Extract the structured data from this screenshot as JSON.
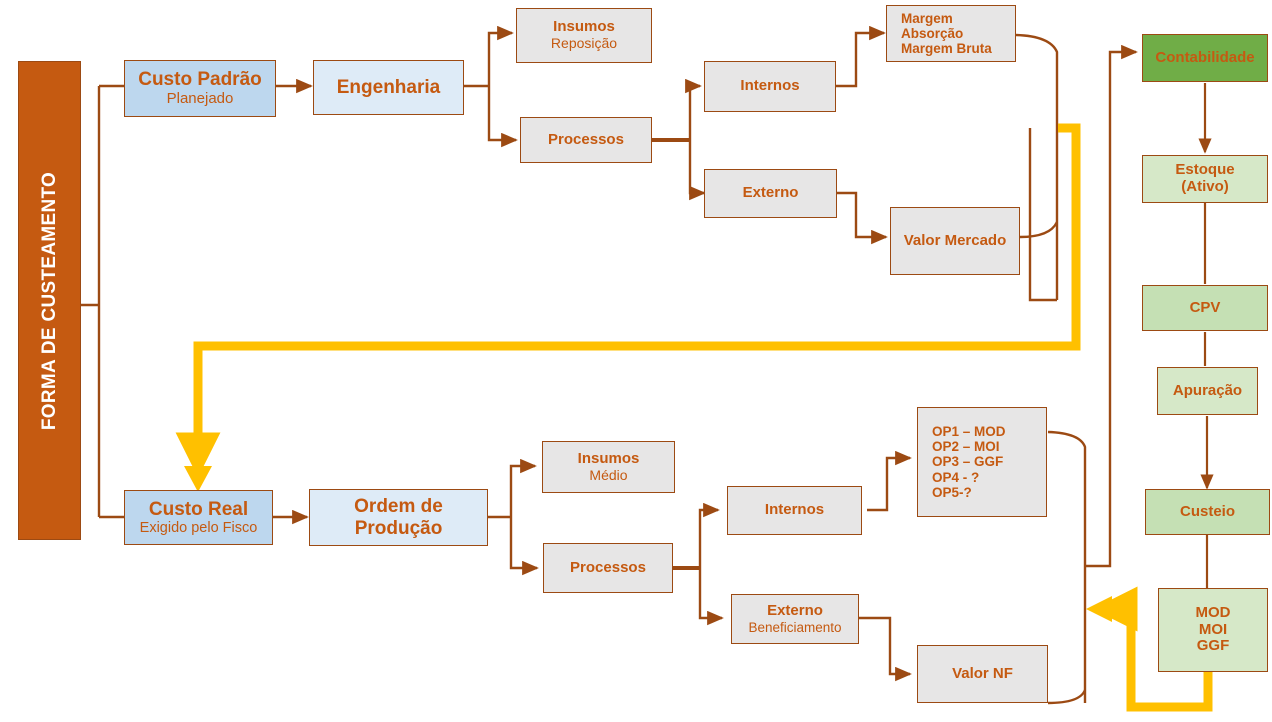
{
  "diagram": {
    "title": "Forma de Custeamento",
    "colors": {
      "accent_orange": "#c55a11",
      "border_brown": "#9c4a13",
      "blue_dark": "#bdd7ee",
      "blue_light": "#deebf7",
      "grey": "#e7e6e6",
      "green_dark": "#70ad47",
      "green_light": "#d6e8c8",
      "yellow": "#ffc000"
    }
  },
  "sidebar": {
    "label": "FORMA DE CUSTEAMENTO"
  },
  "nodes": {
    "custo_padrao": {
      "title": "Custo Padrão",
      "sub": "Planejado"
    },
    "engenharia": {
      "title": "Engenharia",
      "sub": ""
    },
    "insumos_top": {
      "title": "Insumos",
      "sub": "Reposição"
    },
    "processos_top": {
      "title": "Processos",
      "sub": ""
    },
    "internos_top": {
      "title": "Internos",
      "sub": ""
    },
    "externo_top": {
      "title": "Externo",
      "sub": ""
    },
    "margem": {
      "line1": "Margem",
      "line2": "Absorção",
      "line3": "Margem Bruta"
    },
    "valor_mercado": {
      "title": "Valor Mercado",
      "sub": ""
    },
    "custo_real": {
      "title": "Custo Real",
      "sub": "Exigido pelo Fisco"
    },
    "ordem_producao": {
      "title": "Ordem de",
      "title2": "Produção"
    },
    "insumos_bot": {
      "title": "Insumos",
      "sub": "Médio"
    },
    "processos_bot": {
      "title": "Processos",
      "sub": ""
    },
    "internos_bot": {
      "title": "Internos",
      "sub": ""
    },
    "externo_bot": {
      "title": "Externo",
      "sub": "Beneficiamento"
    },
    "ops": {
      "l1": "OP1 – MOD",
      "l2": "OP2 – MOI",
      "l3": "OP3 – GGF",
      "l4": "OP4 - ?",
      "l5": "OP5-?"
    },
    "valor_nf": {
      "title": "Valor NF",
      "sub": ""
    },
    "contabilidade": {
      "title": "Contabilidade",
      "sub": ""
    },
    "estoque": {
      "title": "Estoque",
      "title2": "(Ativo)"
    },
    "cpv": {
      "title": "CPV",
      "sub": ""
    },
    "apuracao": {
      "title": "Apuração",
      "sub": ""
    },
    "custeio": {
      "title": "Custeio",
      "sub": ""
    },
    "mod_moi_ggf": {
      "l1": "MOD",
      "l2": "MOI",
      "l3": "GGF"
    }
  }
}
